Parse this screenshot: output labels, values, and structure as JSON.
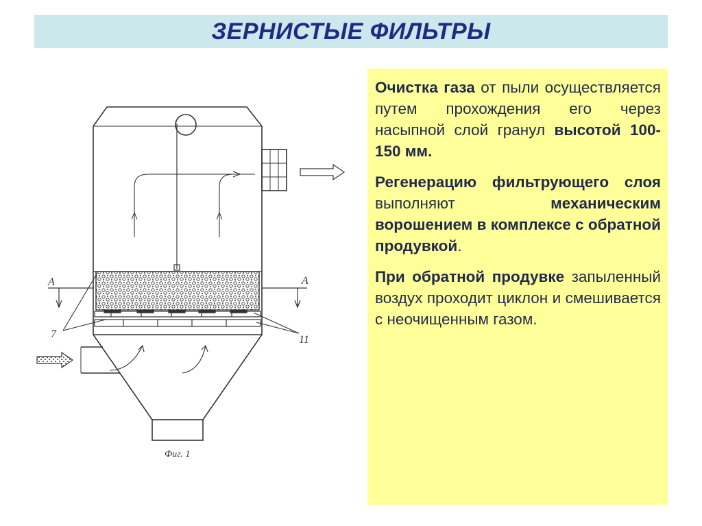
{
  "title": "ЗЕРНИСТЫЕ ФИЛЬТРЫ",
  "diagram": {
    "label_a_left": "А",
    "label_a_right": "А",
    "label_7": "7",
    "label_11": "11",
    "caption": "Фиг. 1"
  },
  "paragraphs": [
    {
      "bold_lead": "Очистка газа",
      "text": " от пыли осуществляется путем прохождения его через насыпной слой гранул ",
      "bold_tail": "высотой 100-150 мм."
    },
    {
      "bold_lead": "Регенерацию фильтрующего слоя",
      "text": " выполняют ",
      "bold_tail": "механическим ворошением в комплексе с обратной продувкой",
      "end": "."
    },
    {
      "bold_lead": "При обратной продувке",
      "text": " запыленный воздух проходит циклон и смешивается с неочищенным газом."
    }
  ],
  "colors": {
    "title_bar": "#cce8ec",
    "title_text": "#1f2a83",
    "text_box": "#ffff99",
    "body_text": "#1f2a4a"
  }
}
